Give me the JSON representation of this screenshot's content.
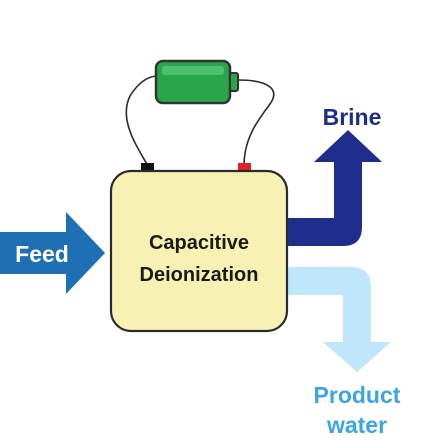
{
  "labels": {
    "feed": "Feed",
    "brine": "Brine",
    "cell_line1": "Capacitive",
    "cell_line2": "Deionization",
    "product_line1": "Product",
    "product_line2": "water"
  },
  "icons": {
    "battery": "battery-icon"
  },
  "colors": {
    "feed_arrow": "#1e6fb3",
    "brine_arrow": "#1f2d8c",
    "product_arrow": "#bfe6fa",
    "product_text": "#3aa6e6",
    "cell_fill": "#f8f1b4",
    "cell_stroke": "#2a2a2a",
    "battery_fill": "#27a64a",
    "battery_stroke": "#333333",
    "terminal_negative": "#111111",
    "terminal_positive": "#e4212b",
    "wire": "#2a2a2a",
    "feed_text": "#ffffff",
    "brine_text": "#1f2d8c",
    "cell_text": "#1a1a1a"
  }
}
